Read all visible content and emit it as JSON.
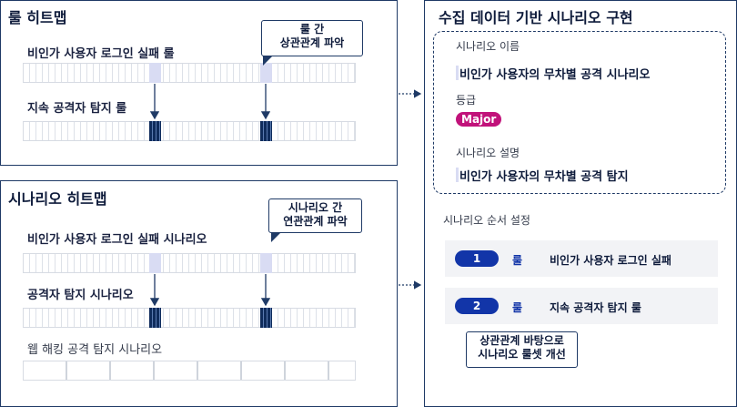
{
  "rule_heatmap": {
    "title": "룰 히트맵",
    "row1_label": "비인가 사용자 로그인 실패 룰",
    "row2_label": "지속 공격자 탐지 룰",
    "callout": [
      "룰 간",
      "상관관계 파악"
    ]
  },
  "scenario_heatmap": {
    "title": "시나리오 히트맵",
    "row1_label": "비인가 사용자 로그인 실패 시나리오",
    "row2_label": "공격자 탐지 시나리오",
    "row3_label": "웹 해킹 공격 탐지 시나리오",
    "callout": [
      "시나리오 간",
      "연관관계 파악"
    ]
  },
  "builder": {
    "title": "수집 데이터 기반 시나리오 구현",
    "name_label": "시나리오 이름",
    "name_value": "비인가 사용자의 무차별 공격 시나리오",
    "grade_label": "등급",
    "grade_value": "Major",
    "desc_label": "시나리오 설명",
    "desc_value": "비인가 사용자의 무차별 공격 탐지",
    "order_label": "시나리오 순서 설정",
    "steps": [
      {
        "num": "1",
        "type": "룰",
        "name": "비인가 사용자 로그인 실패"
      },
      {
        "num": "2",
        "type": "룰",
        "name": "지속 공격자 탐지 룰"
      }
    ],
    "callout": [
      "상관관계 바탕으로",
      "시나리오 룰셋 개선"
    ]
  },
  "colors": {
    "navy": "#1f3a66",
    "accent": "#1235a8",
    "badge": "#c1127a",
    "highlight": "#d9dcf3"
  }
}
